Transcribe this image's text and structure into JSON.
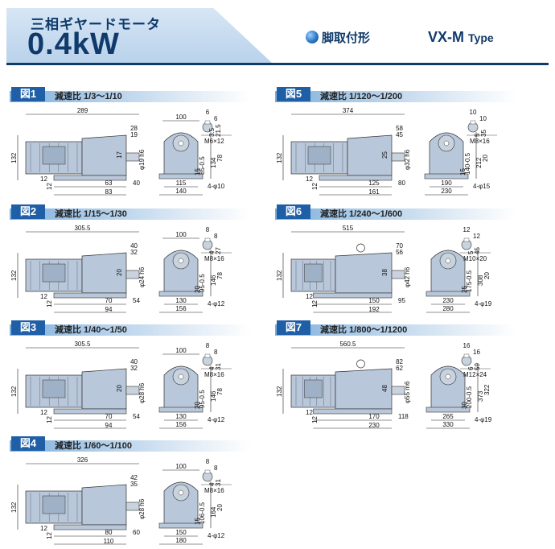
{
  "header": {
    "subtitle": "三相ギヤードモータ",
    "power": "0.4kW",
    "mounting": "脚取付形",
    "model": "VX-M",
    "model_suffix": "Type"
  },
  "ratio_label": "減速比",
  "figures": [
    {
      "tag": "図1",
      "ratio": "1/3～1/10",
      "dims": {
        "L": "289",
        "H": "132",
        "w1": "63",
        "w2": "83",
        "d1": "40",
        "shaft": "φ19 h6",
        "top": "28",
        "t2": "19",
        "t3": "17",
        "e1": "12",
        "e2": "12",
        "width_top": "100",
        "b1": "115",
        "b2": "140",
        "h1": "85-0.5",
        "h2": "134",
        "hole": "4-φ10",
        "s1": "15",
        "s2": "78",
        "key_w": "6",
        "key_a": "6",
        "key_b": "21.5",
        "key_c": "3.5",
        "key_bolt": "M6×12"
      }
    },
    {
      "tag": "図2",
      "ratio": "1/15～1/30",
      "dims": {
        "L": "305.5",
        "H": "132",
        "w1": "70",
        "w2": "94",
        "d1": "54",
        "shaft": "φ24 h6",
        "top": "40",
        "t2": "32",
        "t3": "20",
        "width_top": "100",
        "b1": "130",
        "b2": "156",
        "h1": "95-0.5",
        "h2": "146",
        "hole": "4-φ12",
        "s1": "20",
        "s2": "78",
        "e1": "12",
        "e2": "12",
        "key_w": "8",
        "key_a": "8",
        "key_b": "27",
        "key_c": "4",
        "key_bolt": "M8×16"
      }
    },
    {
      "tag": "図3",
      "ratio": "1/40～1/50",
      "dims": {
        "L": "305.5",
        "H": "132",
        "w1": "70",
        "w2": "94",
        "d1": "54",
        "shaft": "φ28 h6",
        "top": "40",
        "t2": "32",
        "t3": "20",
        "width_top": "100",
        "b1": "130",
        "b2": "156",
        "h1": "95-0.5",
        "h2": "146",
        "hole": "4-φ12",
        "s1": "20",
        "s2": "78",
        "e1": "12",
        "e2": "12",
        "key_w": "8",
        "key_a": "8",
        "key_b": "31",
        "key_c": "4",
        "key_bolt": "M8×16"
      }
    },
    {
      "tag": "図4",
      "ratio": "1/60～1/100",
      "dims": {
        "L": "326",
        "H": "132",
        "w1": "80",
        "w2": "110",
        "d1": "60",
        "shaft": "φ28 h6",
        "top": "42",
        "t2": "35",
        "width_top": "100",
        "b1": "150",
        "b2": "180",
        "h1": "106-0.5",
        "h2": "164",
        "hole": "4-φ12",
        "s1": "15",
        "s2": "20",
        "e1": "12",
        "e2": "12",
        "key_w": "8",
        "key_a": "8",
        "key_b": "31",
        "key_c": "4",
        "key_bolt": "M8×16"
      }
    },
    {
      "tag": "図5",
      "ratio": "1/120～1/200",
      "dims": {
        "L": "374",
        "H": "132",
        "w1": "125",
        "w2": "161",
        "d1": "80",
        "shaft": "φ32 h6",
        "top": "58",
        "t2": "45",
        "t3": "25",
        "b1": "190",
        "b2": "230",
        "h1": "140-0.5",
        "h2": "212",
        "hole": "4-φ15",
        "s1": "15",
        "s2": "20",
        "e1": "12",
        "e2": "12",
        "key_w": "10",
        "key_a": "10",
        "key_b": "35",
        "key_c": "5",
        "key_bolt": "M8×16"
      }
    },
    {
      "tag": "図6",
      "ratio": "1/240～1/600",
      "dims": {
        "L": "515",
        "H": "132",
        "w1": "150",
        "w2": "192",
        "d1": "95",
        "shaft": "φ42 h6",
        "top": "70",
        "t2": "56",
        "t3": "38",
        "b1": "230",
        "b2": "280",
        "h1": "175-0.5",
        "h2": "308",
        "hole": "4-φ19",
        "s1": "25",
        "s2": "20",
        "e1": "12",
        "e2": "12",
        "key_w": "12",
        "key_a": "12",
        "key_b": "45",
        "key_c": "5",
        "key_bolt": "M10×20"
      }
    },
    {
      "tag": "図7",
      "ratio": "1/800～1/1200",
      "dims": {
        "L": "560.5",
        "H": "132",
        "w1": "170",
        "w2": "230",
        "d1": "118",
        "shaft": "φ55 m6",
        "top": "82",
        "t2": "62",
        "t3": "48",
        "b1": "265",
        "b2": "330",
        "h1": "200-0.5",
        "h2": "373",
        "hole": "4-φ19",
        "s1": "30",
        "s2": "322",
        "e1": "12",
        "e2": "12",
        "key_w": "16",
        "key_a": "16",
        "key_b": "59",
        "key_c": "6",
        "key_bolt": "M12×24"
      }
    }
  ],
  "colors": {
    "accent": "#1f5fa6",
    "header_text": "#0f3a6a",
    "motor_fill": "#b8c7d9",
    "line": "#222222"
  }
}
